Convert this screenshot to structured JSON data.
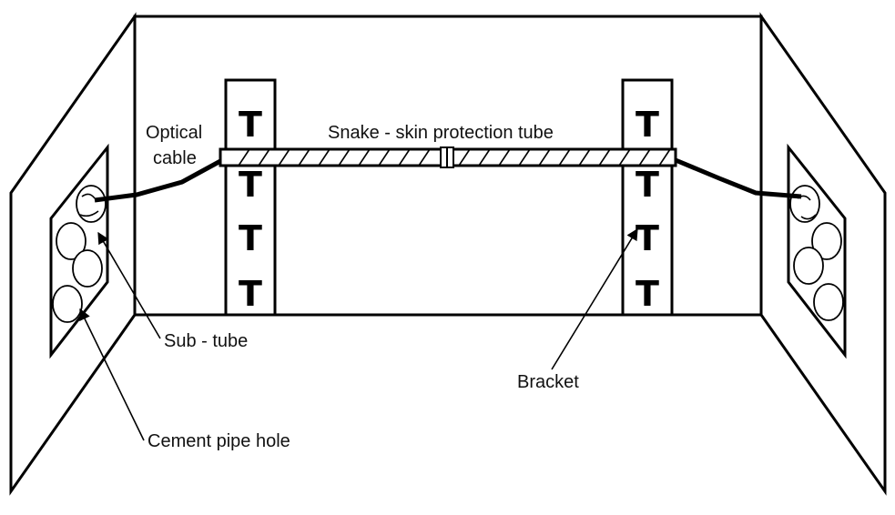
{
  "labels": {
    "optical_cable_line1": "Optical",
    "optical_cable_line2": "cable",
    "snake_tube": "Snake - skin protection tube",
    "sub_tube": "Sub - tube",
    "bracket": "Bracket",
    "cement_pipe_hole": "Cement pipe hole"
  },
  "bracket_glyph": "T"
}
